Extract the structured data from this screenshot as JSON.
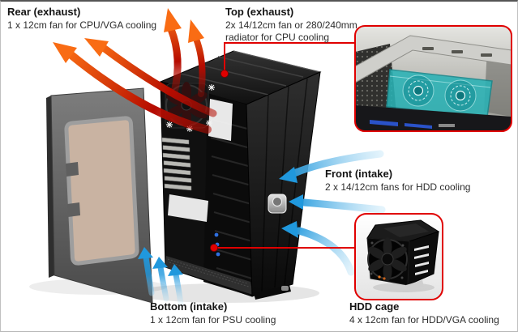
{
  "colors": {
    "callout_red": "#e00000",
    "exhaust_dark": "#b50b00",
    "exhaust_bright": "#f96c14",
    "intake_light": "#cdeaf9",
    "intake_strong": "#2098dd",
    "panel_gray": "#6e6e6e",
    "panel_window": "#c9b3a2",
    "case_black": "#141414",
    "radiator_teal": "#2ab2b5"
  },
  "labels": {
    "rear": {
      "title": "Rear (exhaust)",
      "desc": "1 x 12cm fan for CPU/VGA cooling"
    },
    "top": {
      "title": "Top (exhaust)",
      "desc": "2x 14/12cm fan or 280/240mm radiator for CPU cooling"
    },
    "front": {
      "title": "Front (intake)",
      "desc": "2 x 14/12cm fans for HDD cooling"
    },
    "bottom": {
      "title": "Bottom (intake)",
      "desc": "1 x 12cm fan for PSU cooling"
    },
    "hdd": {
      "title": "HDD cage",
      "desc": "4 x 12cm fan for HDD/VGA cooling"
    }
  },
  "figure": {
    "subject": "PC case airflow diagram with removed windowed side panel",
    "insets": [
      {
        "id": "top-radiator",
        "shows": "dual-fan radiator mounted in case top"
      },
      {
        "id": "hdd-cage",
        "shows": "HDD cage with side-mounted 12cm fan"
      }
    ],
    "airflow": [
      {
        "zone": "rear",
        "direction": "exhaust",
        "arrows": 2,
        "color": "red"
      },
      {
        "zone": "top",
        "direction": "exhaust",
        "arrows": 2,
        "color": "red"
      },
      {
        "zone": "front",
        "direction": "intake",
        "arrows": 3,
        "color": "blue"
      },
      {
        "zone": "bottom",
        "direction": "intake",
        "arrows": 3,
        "color": "blue"
      }
    ]
  }
}
